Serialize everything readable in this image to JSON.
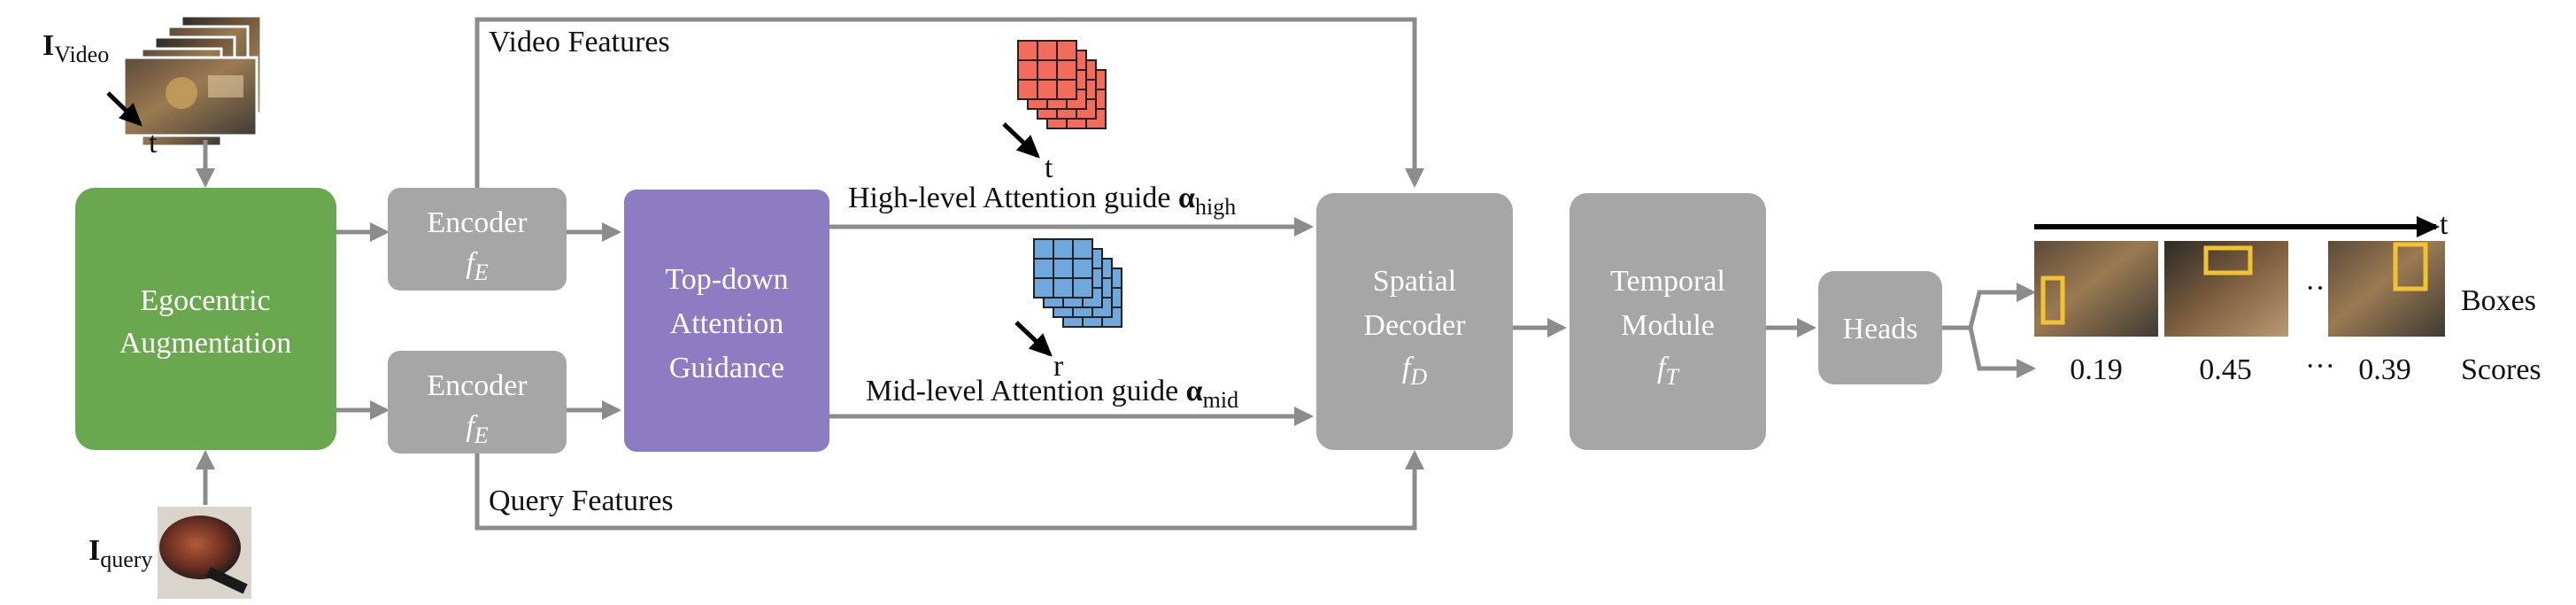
{
  "inputs": {
    "video_symbol": "I",
    "video_subscript": "Video",
    "video_time_axis": "t",
    "query_symbol": "I",
    "query_subscript": "query"
  },
  "blocks": {
    "augmentation": {
      "line1": "Egocentric",
      "line2": "Augmentation",
      "color": "#6aa84f"
    },
    "encoder_top": {
      "line1": "Encoder",
      "symbol": "f",
      "subscript": "E"
    },
    "encoder_bottom": {
      "line1": "Encoder",
      "symbol": "f",
      "subscript": "E"
    },
    "guidance": {
      "line1": "Top-down",
      "line2": "Attention",
      "line3": "Guidance",
      "color": "#8e7cc3"
    },
    "spatial_decoder": {
      "line1": "Spatial",
      "line2": "Decoder",
      "symbol": "f",
      "subscript": "D"
    },
    "temporal_module": {
      "line1": "Temporal",
      "line2": "Module",
      "symbol": "f",
      "subscript": "T"
    },
    "heads": {
      "label": "Heads"
    },
    "block_color": "#a6a6a6"
  },
  "flows": {
    "video_features": "Video Features",
    "query_features": "Query Features",
    "high_guide": {
      "text": "High-level Attention guide ",
      "symbol": "α",
      "subscript": "high",
      "axis": "t",
      "color": "#f26b5b"
    },
    "mid_guide": {
      "text": "Mid-level Attention guide ",
      "symbol": "α",
      "subscript": "mid",
      "axis": "r",
      "color": "#6fa8dc"
    }
  },
  "outputs": {
    "time_axis": "t",
    "ellipsis": "···",
    "scores": [
      "0.19",
      "0.45",
      "0.39"
    ],
    "boxes_label": "Boxes",
    "scores_label": "Scores",
    "box_color": "#f1c232"
  }
}
